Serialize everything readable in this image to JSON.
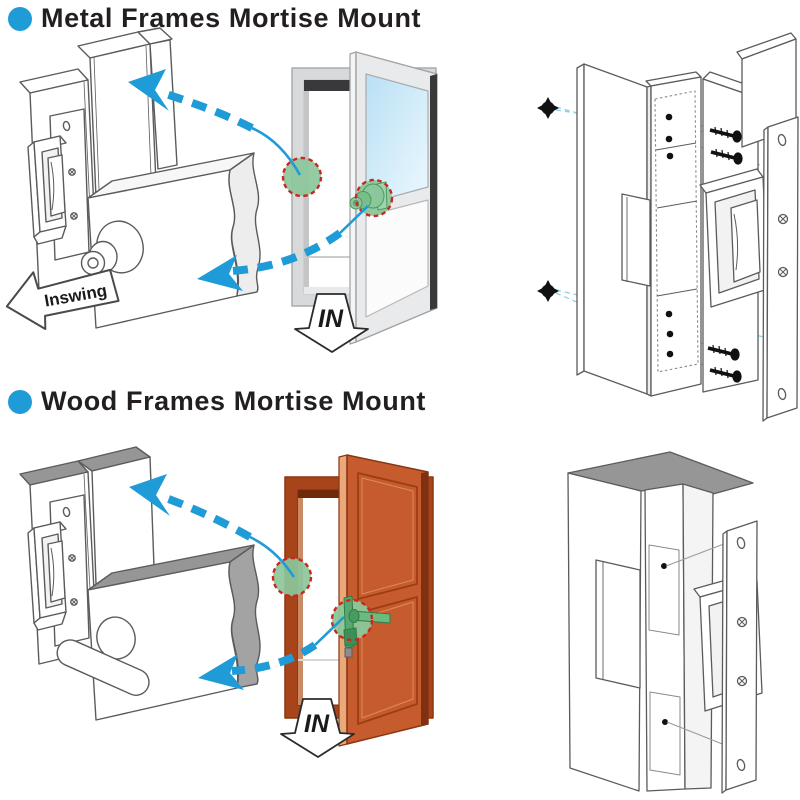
{
  "sections": {
    "metal": {
      "title": "Metal Frames Mortise Mount"
    },
    "wood": {
      "title": "Wood Frames Mortise Mount"
    }
  },
  "labels": {
    "inswing": "Inswing",
    "in": "IN"
  },
  "icons": {
    "section_bullet": "blue-dot-icon",
    "swing_arrow": "curved-dashed-arrow-icon",
    "in_arrow": "down-arrow-icon",
    "inswing_arrow": "left-block-arrow-icon"
  },
  "colors": {
    "accent_blue": "#1f9bd7",
    "arrow_blue": "#1f9bd7",
    "highlight_green": "#8cc79b",
    "highlight_ring_red": "#c8281f",
    "wood_door_orange": "#c65c2e",
    "wood_frame_brown": "#a8441a",
    "door_edge_tan": "#eba87b",
    "glass_blue": "#cfe9f7",
    "aluminum_grey": "#d8d9da",
    "shade_grey": "#969696",
    "line_grey": "#58595b",
    "leader_cyan": "#8ecfe0",
    "text_black": "#231f20"
  }
}
